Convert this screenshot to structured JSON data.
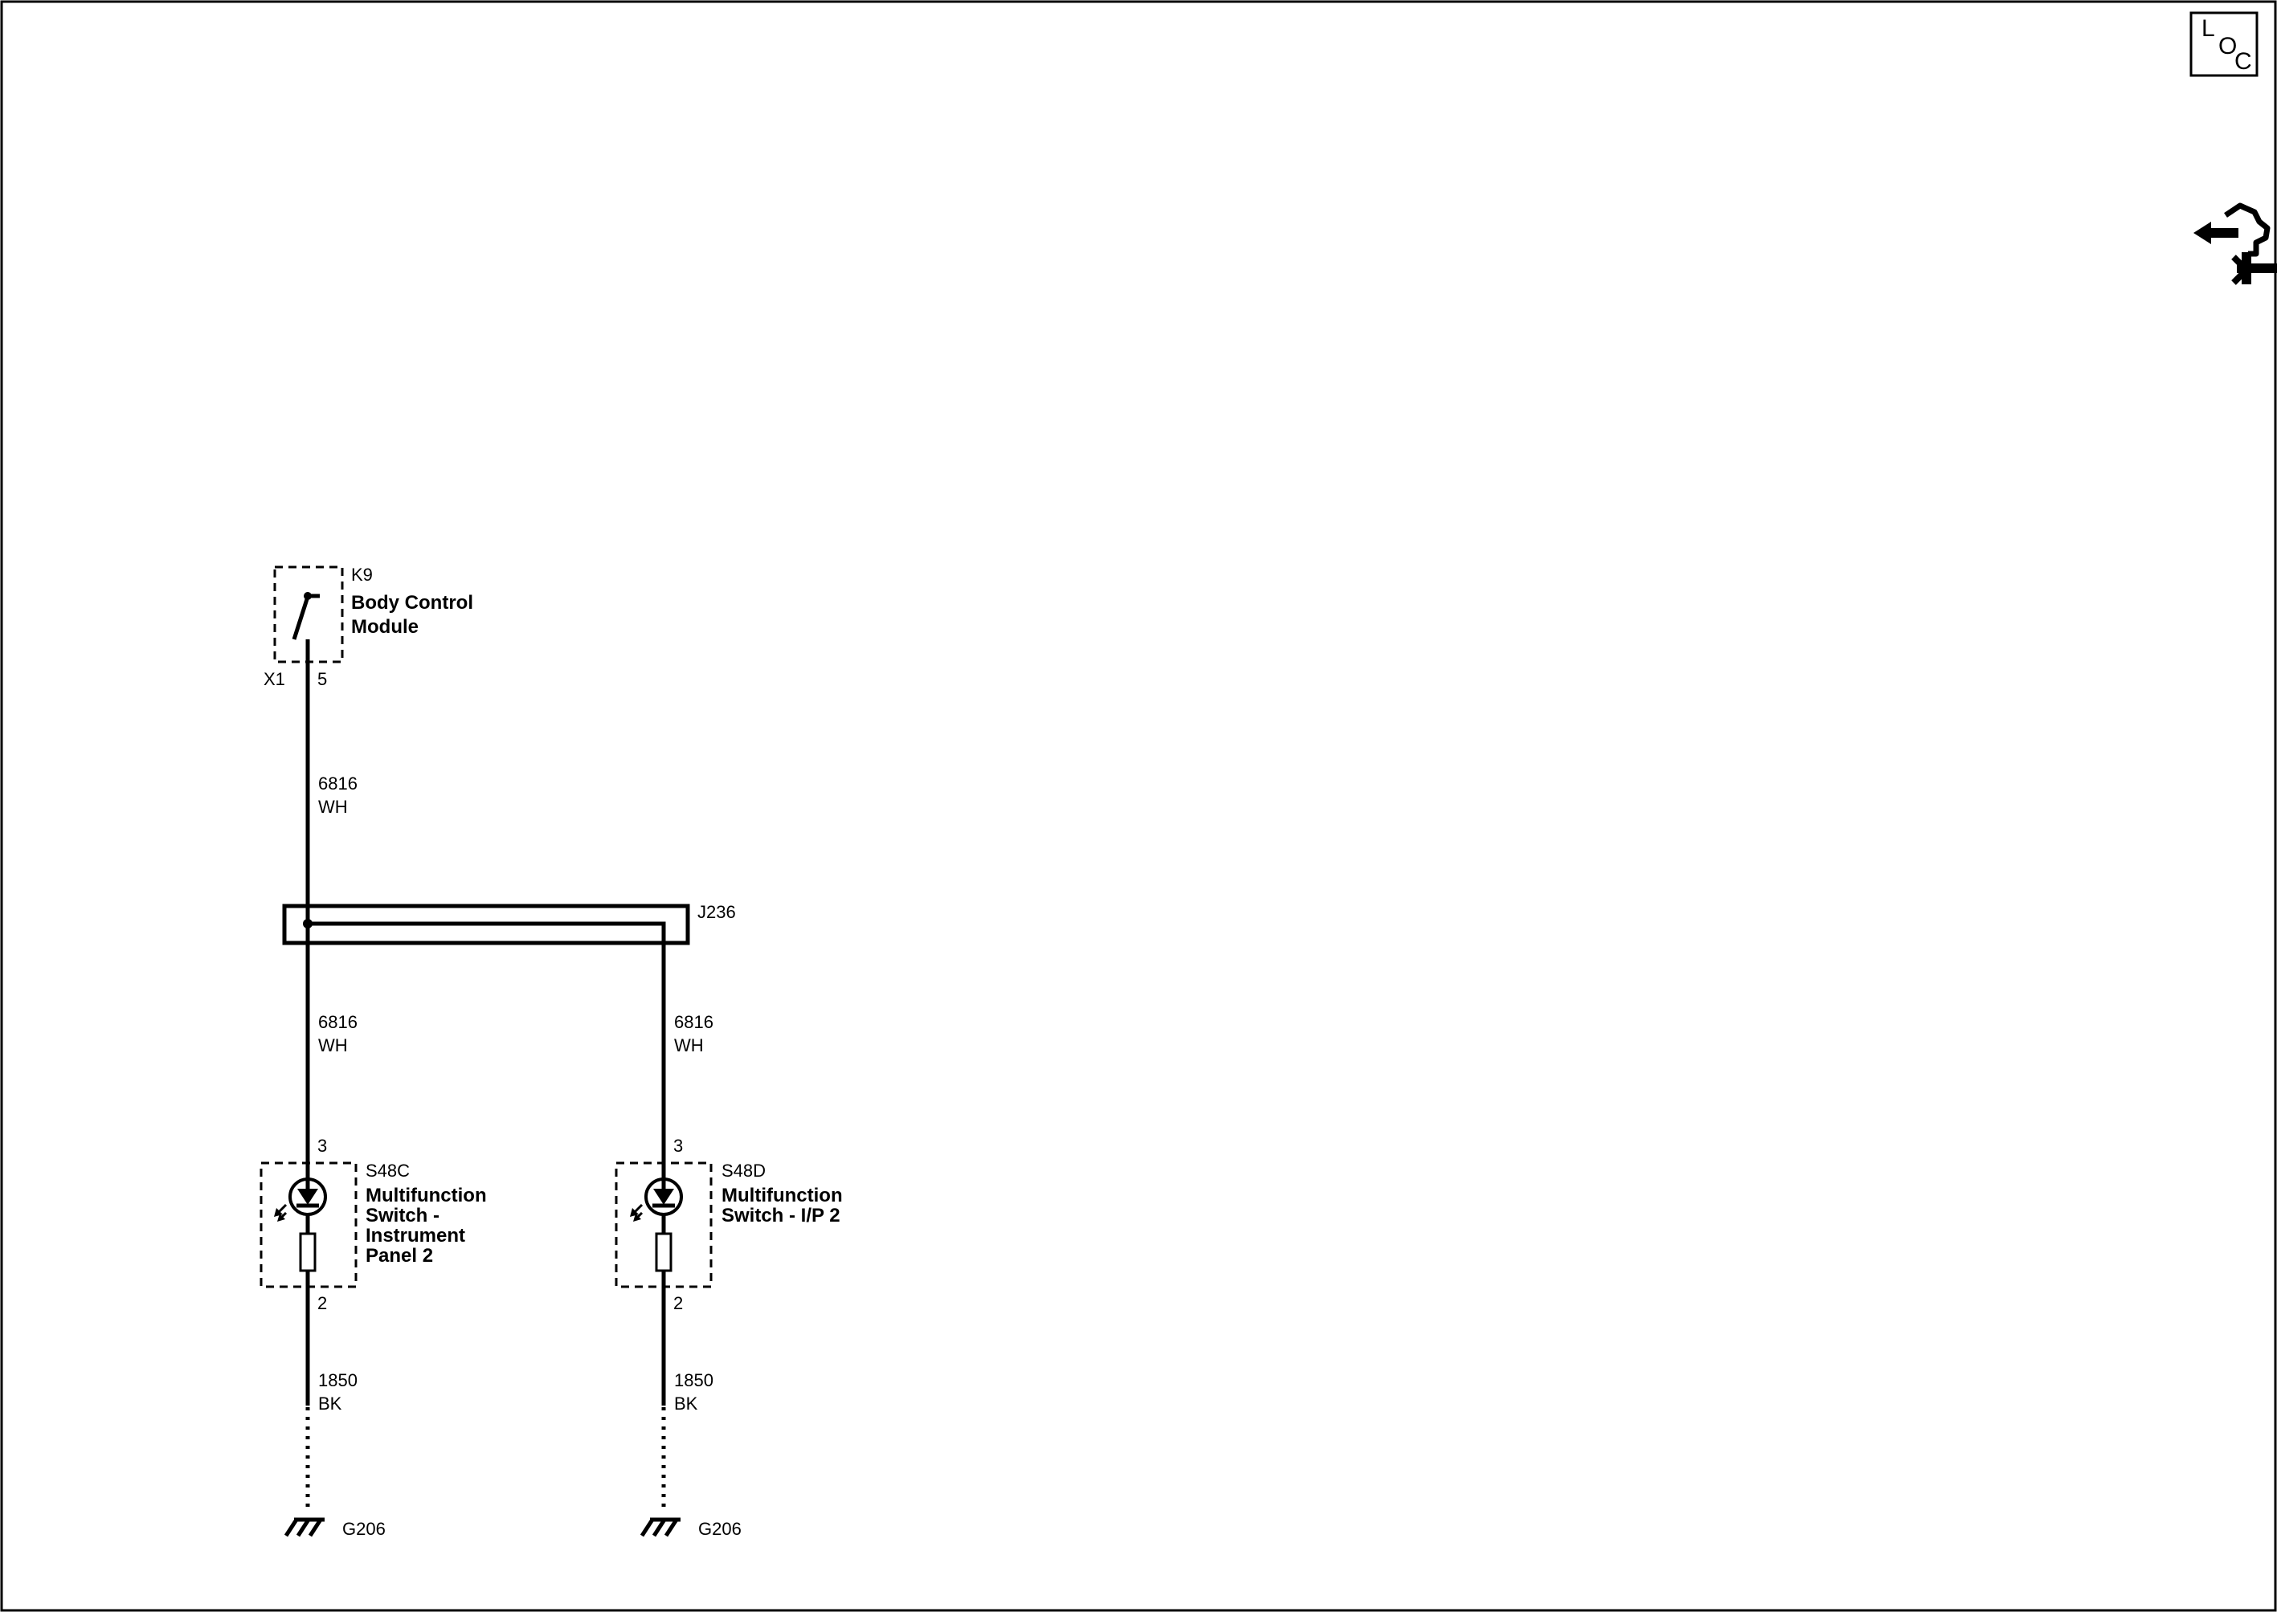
{
  "loc_icon": {
    "text_l": "L",
    "text_o": "O",
    "text_c": "C",
    "icon": "loc-icon"
  },
  "connector_icon": "connector-harness-icon",
  "k9": {
    "ref": "K9",
    "name_line1": "Body Control",
    "name_line2": "Module",
    "connector": "X1",
    "pin": "5"
  },
  "wire_top": {
    "circuit": "6816",
    "color": "WH"
  },
  "junction": {
    "ref": "J236"
  },
  "wire_left_mid": {
    "circuit": "6816",
    "color": "WH"
  },
  "wire_right_mid": {
    "circuit": "6816",
    "color": "WH"
  },
  "s48c": {
    "pin_top": "3",
    "ref": "S48C",
    "name_lines": [
      "Multifunction",
      "Switch -",
      "Instrument",
      "Panel 2"
    ],
    "pin_bottom": "2"
  },
  "s48d": {
    "pin_top": "3",
    "ref": "S48D",
    "name_lines": [
      "Multifunction",
      "Switch - I/P 2"
    ],
    "pin_bottom": "2"
  },
  "wire_left_bottom": {
    "circuit": "1850",
    "color": "BK"
  },
  "wire_right_bottom": {
    "circuit": "1850",
    "color": "BK"
  },
  "ground_left": {
    "ref": "G206"
  },
  "ground_right": {
    "ref": "G206"
  }
}
